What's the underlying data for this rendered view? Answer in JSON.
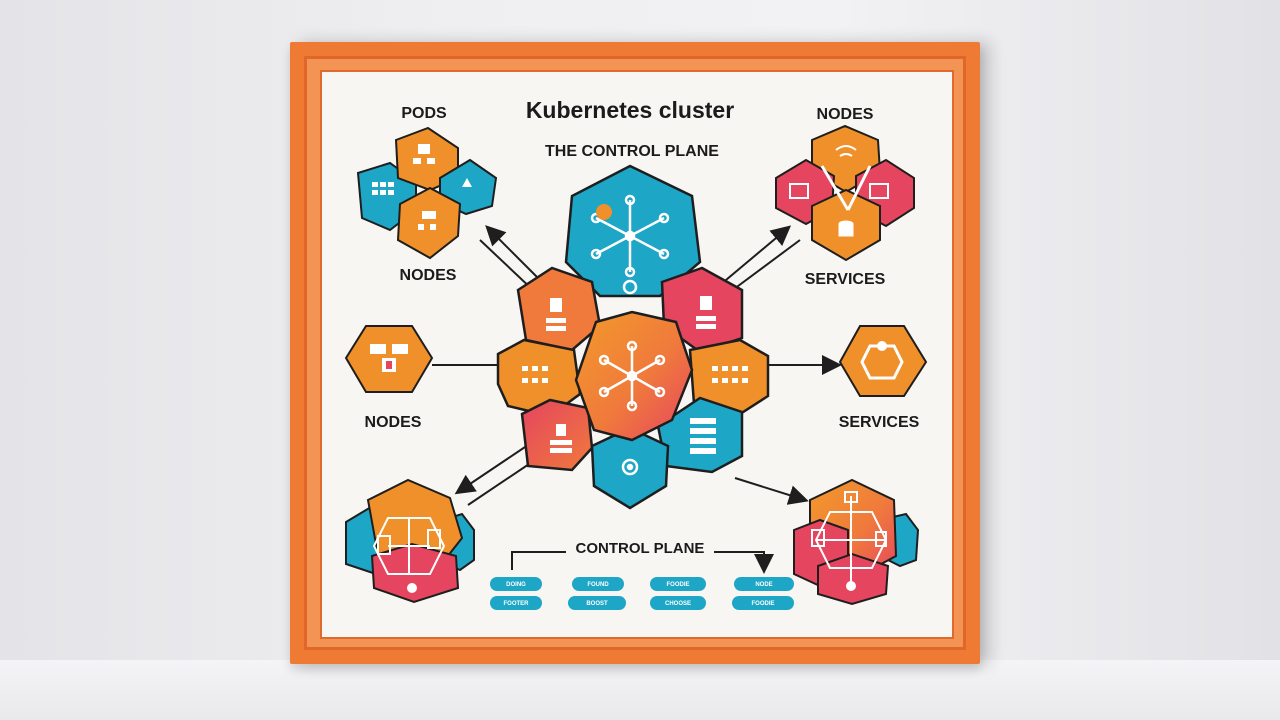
{
  "title": "Kubernetes cluster",
  "subtitle": "THE CONTROL PLANE",
  "labels": {
    "pods_top_left": "PODS",
    "nodes_top_left": "NODES",
    "nodes_top_right": "NODES",
    "services_top_right": "SERVICES",
    "nodes_mid_left": "NODES",
    "services_mid_right": "SERVICES",
    "control_plane_bottom": "CONTROL PLANE"
  },
  "pills": [
    "DOING",
    "FOUND",
    "FOODIE",
    "NODE",
    "FOOTER",
    "BOOST",
    "CHOOSE",
    "FOODIE"
  ],
  "colors": {
    "frame": "#ef7a34",
    "orange": "#f0902a",
    "pink": "#e5455f",
    "teal": "#1ea6c6",
    "outline": "#1e1e1e"
  }
}
